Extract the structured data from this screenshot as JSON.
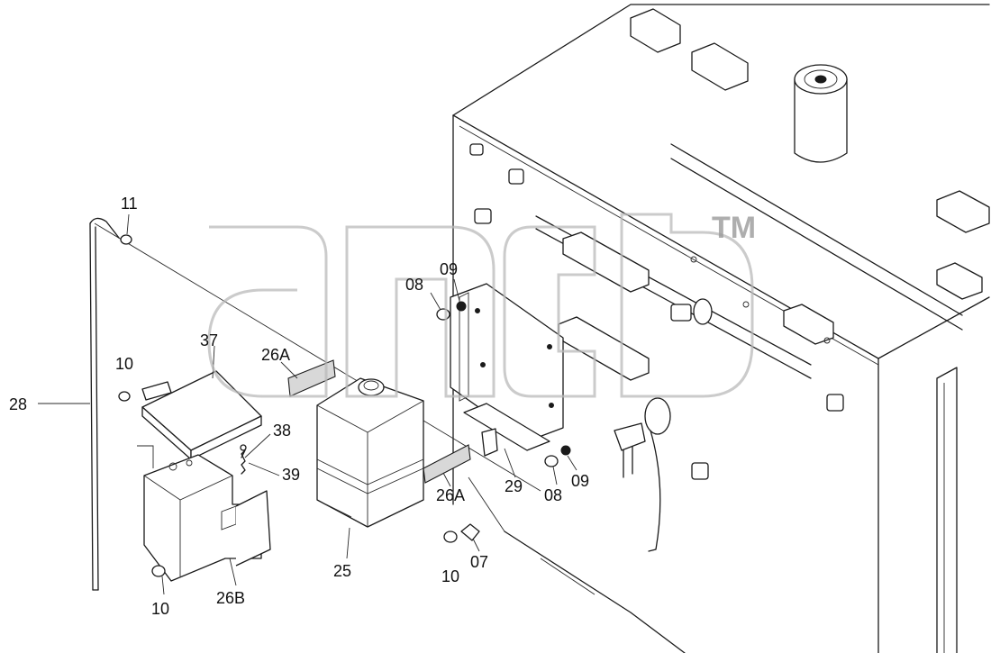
{
  "diagram": {
    "watermark": {
      "trademark": "TM"
    },
    "callouts": [
      {
        "id": "11",
        "text": "11"
      },
      {
        "id": "28",
        "text": "28"
      },
      {
        "id": "10a",
        "text": "10"
      },
      {
        "id": "37",
        "text": "37"
      },
      {
        "id": "26A_upper",
        "text": "26A"
      },
      {
        "id": "38",
        "text": "38"
      },
      {
        "id": "39",
        "text": "39"
      },
      {
        "id": "10b",
        "text": "10"
      },
      {
        "id": "26B",
        "text": "26B"
      },
      {
        "id": "25",
        "text": "25"
      },
      {
        "id": "26A_lower",
        "text": "26A"
      },
      {
        "id": "10c",
        "text": "10"
      },
      {
        "id": "07",
        "text": "07"
      },
      {
        "id": "08a",
        "text": "08"
      },
      {
        "id": "09a",
        "text": "09"
      },
      {
        "id": "29",
        "text": "29"
      },
      {
        "id": "08b",
        "text": "08"
      },
      {
        "id": "09b",
        "text": "09"
      }
    ]
  }
}
